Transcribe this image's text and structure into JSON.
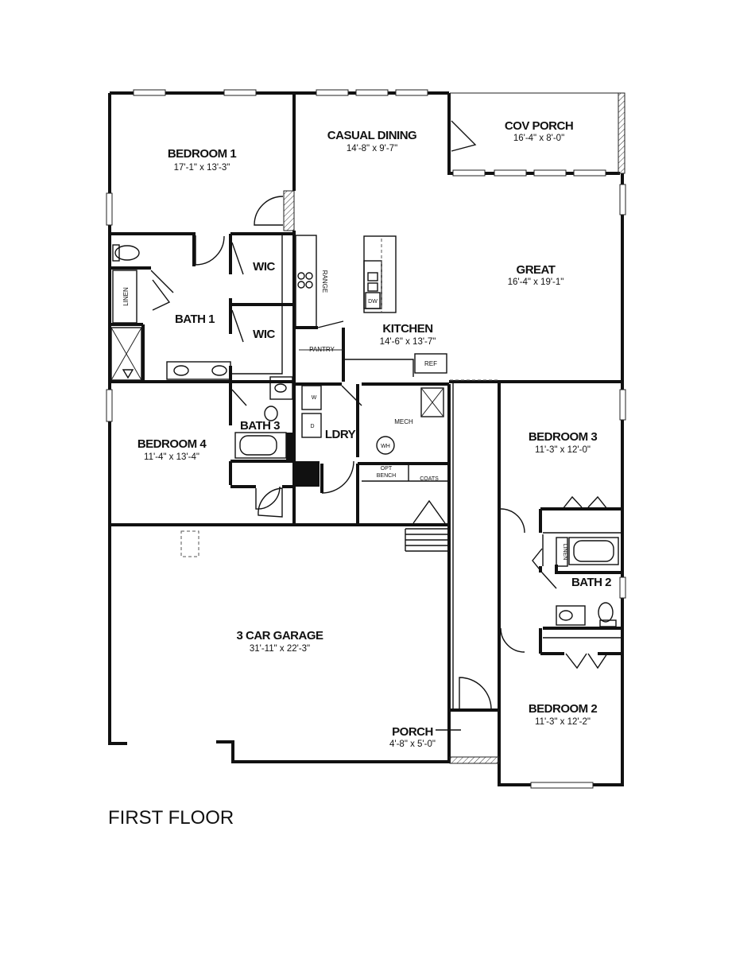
{
  "floor_title": "FIRST FLOOR",
  "rooms": {
    "bedroom1": {
      "name": "BEDROOM 1",
      "dim": "17'-1\" x 13'-3\""
    },
    "casual_dining": {
      "name": "CASUAL DINING",
      "dim": "14'-8\" x 9'-7\""
    },
    "cov_porch": {
      "name": "COV PORCH",
      "dim": "16'-4\" x 8'-0\""
    },
    "great": {
      "name": "GREAT",
      "dim": "16'-4\" x 19'-1\""
    },
    "kitchen": {
      "name": "KITCHEN",
      "dim": "14'-6\" x 13'-7\""
    },
    "bath1": {
      "name": "BATH 1"
    },
    "wic1": {
      "name": "WIC"
    },
    "wic2": {
      "name": "WIC"
    },
    "bedroom4": {
      "name": "BEDROOM 4",
      "dim": "11'-4\" x 13'-4\""
    },
    "bath3": {
      "name": "BATH 3"
    },
    "ldry": {
      "name": "LDRY"
    },
    "bedroom3": {
      "name": "BEDROOM 3",
      "dim": "11'-3\" x 12'-0\""
    },
    "bath2": {
      "name": "BATH 2"
    },
    "garage": {
      "name": "3 CAR GARAGE",
      "dim": "31'-11\" x 22'-3\""
    },
    "porch": {
      "name": "PORCH",
      "dim": "4'-8\" x 5'-0\""
    },
    "bedroom2": {
      "name": "BEDROOM 2",
      "dim": "11'-3\" x 12'-2\""
    }
  },
  "labels": {
    "linen1": "LINEN",
    "linen2": "LINEN",
    "range": "RANGE",
    "dw": "DW",
    "pantry": "PANTRY",
    "ref": "REF",
    "mech": "MECH",
    "wh": "WH",
    "washer": "W",
    "dryer": "D",
    "opt": "OPT",
    "bench": "BENCH",
    "coats": "COATS"
  }
}
